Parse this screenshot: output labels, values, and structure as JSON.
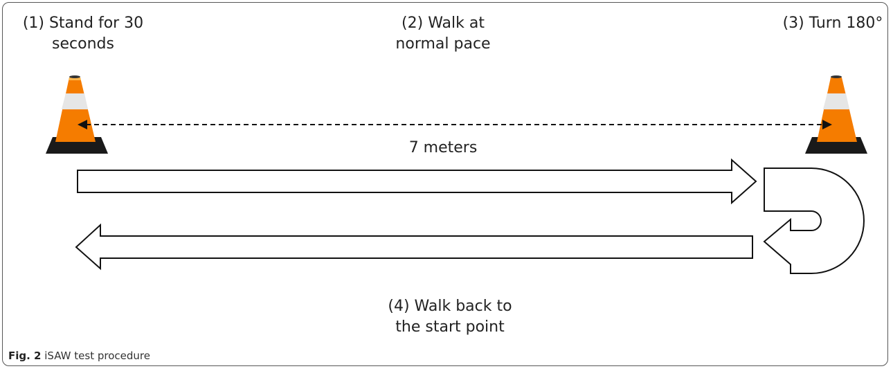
{
  "steps": {
    "stand": [
      "(1) Stand for 30",
      "seconds"
    ],
    "walk": [
      "(2) Walk at",
      "normal pace"
    ],
    "turn": [
      "(3) Turn 180°"
    ],
    "walk_back": [
      "(4) Walk back to",
      "the start point"
    ]
  },
  "distance_label": "7 meters",
  "caption": {
    "fig": "Fig. 2",
    "text": "iSAW test procedure"
  },
  "colors": {
    "cone_orange": "#f57c00",
    "cone_white": "#e8e8e8",
    "cone_base": "#1a1a1a",
    "outline": "#111111"
  },
  "icons": [
    "traffic-cone-icon",
    "u-turn-arrow-icon",
    "right-arrow-icon",
    "left-arrow-icon"
  ]
}
